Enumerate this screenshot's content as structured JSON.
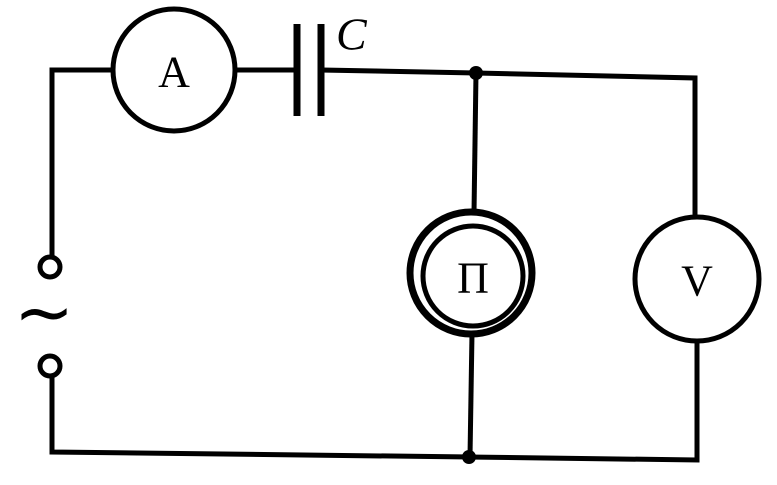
{
  "diagram": {
    "labels": {
      "ammeter": "A",
      "capacitor": "C",
      "lamp": "П",
      "voltmeter": "V",
      "source": "~"
    }
  }
}
